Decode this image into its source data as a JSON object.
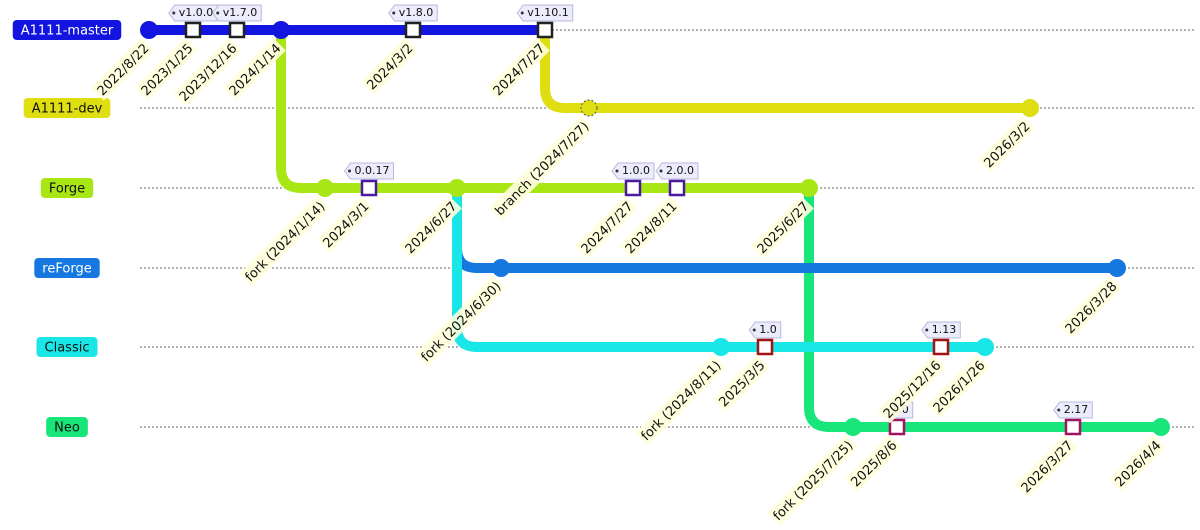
{
  "branches": [
    {
      "id": "master",
      "label": "A1111-master",
      "color": "#1414e0",
      "label_bg": "#1414e0",
      "label_fg": "#ffffff"
    },
    {
      "id": "dev",
      "label": "A1111-dev",
      "color": "#dede10",
      "label_bg": "#dede10",
      "label_fg": "#111111"
    },
    {
      "id": "forge",
      "label": "Forge",
      "color": "#a8e614",
      "label_bg": "#a8e614",
      "label_fg": "#111111"
    },
    {
      "id": "reforge",
      "label": "reForge",
      "color": "#1478e0",
      "label_bg": "#1478e0",
      "label_fg": "#ffffff"
    },
    {
      "id": "classic",
      "label": "Classic",
      "color": "#19e6e6",
      "label_bg": "#19e6e6",
      "label_fg": "#111111"
    },
    {
      "id": "neo",
      "label": "Neo",
      "color": "#19e67a",
      "label_bg": "#19e67a",
      "label_fg": "#111111"
    }
  ],
  "commits": [
    {
      "branch": "master",
      "col": 0,
      "type": "normal",
      "date": "2022/8/22"
    },
    {
      "branch": "master",
      "col": 1,
      "type": "tag",
      "date": "2023/1/25",
      "tag": "v1.0.0"
    },
    {
      "branch": "master",
      "col": 2,
      "type": "tag",
      "date": "2023/12/16",
      "tag": "v1.7.0"
    },
    {
      "branch": "master",
      "col": 3,
      "type": "normal",
      "date": "2024/1/14"
    },
    {
      "branch": "forge",
      "col": 4,
      "type": "normal",
      "date": "fork (2024/1/14)"
    },
    {
      "branch": "forge",
      "col": 5,
      "type": "tag",
      "date": "2024/3/1",
      "tag": "0.0.17"
    },
    {
      "branch": "master",
      "col": 6,
      "type": "tag",
      "date": "2024/3/2",
      "tag": "v1.8.0"
    },
    {
      "branch": "forge",
      "col": 7,
      "type": "normal",
      "date": "2024/6/27"
    },
    {
      "branch": "reforge",
      "col": 8,
      "type": "normal",
      "date": "fork (2024/6/30)"
    },
    {
      "branch": "master",
      "col": 9,
      "type": "tag",
      "date": "2024/7/27",
      "tag": "v1.10.1"
    },
    {
      "branch": "dev",
      "col": 10,
      "type": "dashed",
      "date": "branch (2024/7/27)"
    },
    {
      "branch": "forge",
      "col": 11,
      "type": "tag",
      "date": "2024/7/27",
      "tag": "1.0.0"
    },
    {
      "branch": "forge",
      "col": 12,
      "type": "tag",
      "date": "2024/8/11",
      "tag": "2.0.0"
    },
    {
      "branch": "classic",
      "col": 13,
      "type": "normal",
      "date": "fork (2024/8/11)"
    },
    {
      "branch": "classic",
      "col": 14,
      "type": "tag",
      "date": "2025/3/5",
      "tag": "1.0"
    },
    {
      "branch": "forge",
      "col": 15,
      "type": "normal",
      "date": "2025/6/27"
    },
    {
      "branch": "neo",
      "col": 16,
      "type": "normal",
      "date": "fork (2025/7/25)"
    },
    {
      "branch": "neo",
      "col": 17,
      "type": "tag",
      "date": "2025/8/6",
      "tag": "1.0"
    },
    {
      "branch": "classic",
      "col": 18,
      "type": "tag",
      "date": "2025/12/16",
      "tag": "1.13"
    },
    {
      "branch": "classic",
      "col": 19,
      "type": "normal",
      "date": "2026/1/26"
    },
    {
      "branch": "dev",
      "col": 20,
      "type": "normal",
      "date": "2026/3/2"
    },
    {
      "branch": "neo",
      "col": 21,
      "type": "tag",
      "date": "2026/3/27",
      "tag": "2.17"
    },
    {
      "branch": "reforge",
      "col": 22,
      "type": "normal",
      "date": "2026/3/28"
    },
    {
      "branch": "neo",
      "col": 23,
      "type": "normal",
      "date": "2026/4/4"
    }
  ],
  "connections": [
    {
      "from": "master",
      "to": "dev",
      "col": 9
    },
    {
      "from": "master",
      "to": "forge",
      "col": 3
    },
    {
      "from": "forge",
      "to": "reforge",
      "col": 7
    },
    {
      "from": "forge",
      "to": "classic",
      "col": 7
    },
    {
      "from": "forge",
      "to": "neo",
      "col": 15
    }
  ],
  "tag_styles": {
    "master": "#222222",
    "forge": "#4b1aa0",
    "classic": "#a01414",
    "neo": "#a01464"
  }
}
